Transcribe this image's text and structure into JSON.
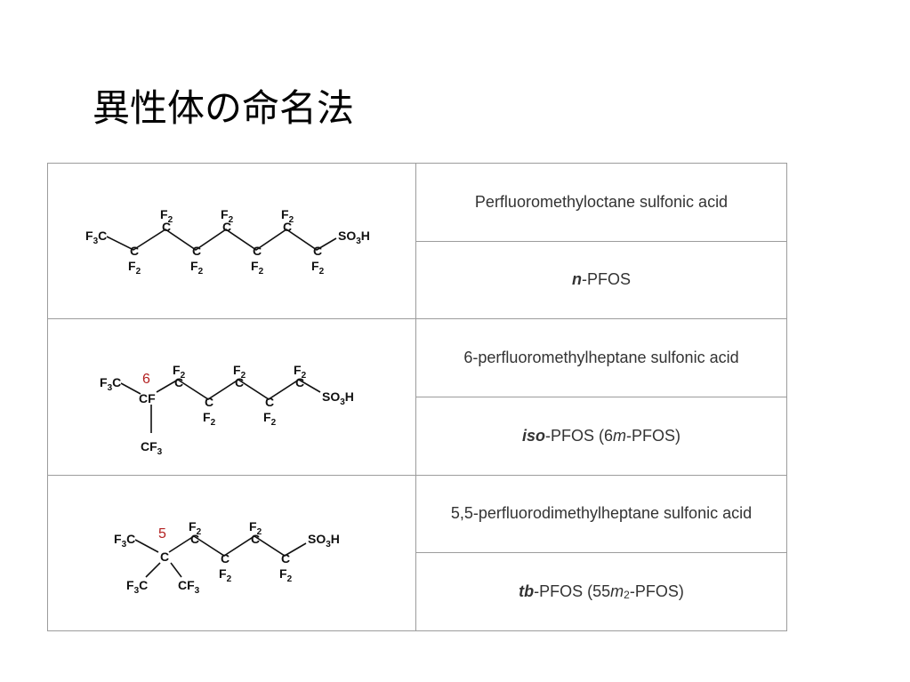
{
  "title": "異性体の命名法",
  "rows": [
    {
      "name": "Perfluoromethyloctane sulfonic acid",
      "abbr_prefix": "n",
      "abbr_rest": "-PFOS"
    },
    {
      "name": "6-perfluoromethylheptane sulfonic acid",
      "abbr_prefix": "iso",
      "abbr_mid": "-PFOS (6",
      "abbr_m": "m",
      "abbr_rest": "-PFOS)",
      "position_label": "6"
    },
    {
      "name": "5,5-perfluorodimethylheptane sulfonic acid",
      "abbr_prefix": "tb",
      "abbr_mid": "-PFOS (55",
      "abbr_m": "m",
      "abbr_sub": "2",
      "abbr_rest": "-PFOS)",
      "position_label": "5"
    }
  ],
  "chem": {
    "F3C": "F3C",
    "F3": "F",
    "C": "C",
    "F2": "F",
    "two": "2",
    "three": "3",
    "SO3H": "SO",
    "H": "H",
    "CF": "CF",
    "CF3": "CF"
  }
}
